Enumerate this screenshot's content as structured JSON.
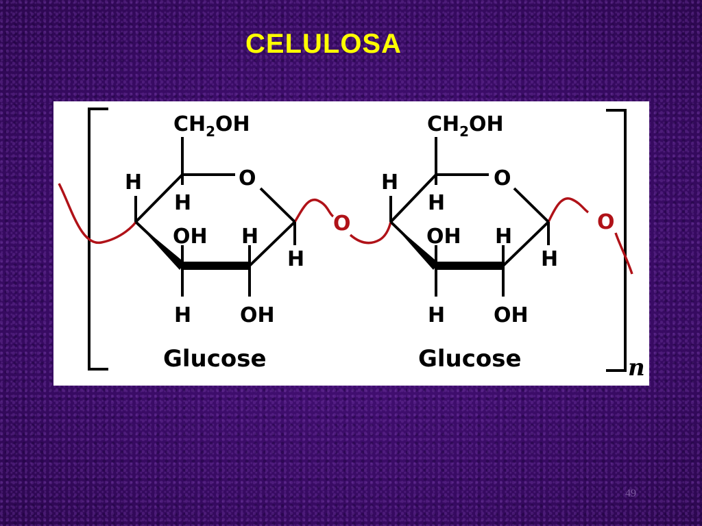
{
  "slide": {
    "title": "CELULOSA",
    "page_number": "49"
  },
  "diagram": {
    "units": [
      {
        "name": "Glucose",
        "ch2oh": "CH",
        "ch2oh_sub": "2",
        "ch2oh_tail": "OH",
        "ring_oxygen": "O",
        "c4_h": "H",
        "c5_h": "H",
        "c3_oh": "OH",
        "c2_h": "H",
        "c1_h": "H",
        "c3_h": "H",
        "c2_oh": "OH"
      },
      {
        "name": "Glucose",
        "ch2oh": "CH",
        "ch2oh_sub": "2",
        "ch2oh_tail": "OH",
        "ring_oxygen": "O",
        "c4_h": "H",
        "c5_h": "H",
        "c3_oh": "OH",
        "c2_h": "H",
        "c1_h": "H",
        "c3_h": "H",
        "c2_oh": "OH"
      }
    ],
    "glycosidic_oxygens": [
      "O",
      "O"
    ],
    "repeat_subscript": "n",
    "colors": {
      "bond": "#000000",
      "glycosidic_link": "#b01218",
      "title": "#ffff00",
      "panel": "#ffffff"
    }
  }
}
